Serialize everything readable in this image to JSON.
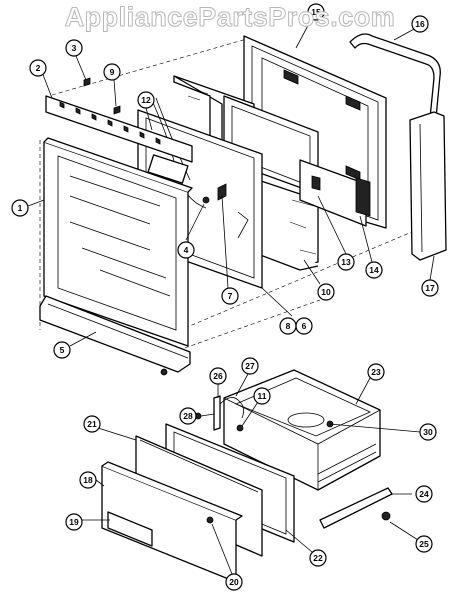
{
  "watermark": "AppliancePartsPros.com",
  "callouts": [
    {
      "id": "c1",
      "label": "1"
    },
    {
      "id": "c2",
      "label": "2"
    },
    {
      "id": "c3",
      "label": "3"
    },
    {
      "id": "c4",
      "label": "4"
    },
    {
      "id": "c5",
      "label": "5"
    },
    {
      "id": "c6",
      "label": "6"
    },
    {
      "id": "c7",
      "label": "7"
    },
    {
      "id": "c8",
      "label": "8"
    },
    {
      "id": "c9",
      "label": "9"
    },
    {
      "id": "c10",
      "label": "10"
    },
    {
      "id": "c11",
      "label": "11"
    },
    {
      "id": "c12",
      "label": "12"
    },
    {
      "id": "c13",
      "label": "13"
    },
    {
      "id": "c14",
      "label": "14"
    },
    {
      "id": "c15",
      "label": "15"
    },
    {
      "id": "c16",
      "label": "16"
    },
    {
      "id": "c17",
      "label": "17"
    },
    {
      "id": "c18",
      "label": "18"
    },
    {
      "id": "c19",
      "label": "19"
    },
    {
      "id": "c20",
      "label": "20"
    },
    {
      "id": "c21",
      "label": "21"
    },
    {
      "id": "c22",
      "label": "22"
    },
    {
      "id": "c23",
      "label": "23"
    },
    {
      "id": "c24",
      "label": "24"
    },
    {
      "id": "c25",
      "label": "25"
    },
    {
      "id": "c26",
      "label": "26"
    },
    {
      "id": "c27",
      "label": "27"
    },
    {
      "id": "c28",
      "label": "28"
    },
    {
      "id": "c29",
      "label": "30"
    }
  ]
}
